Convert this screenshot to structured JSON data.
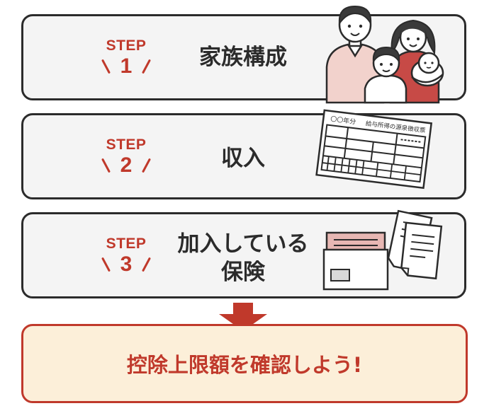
{
  "steps": [
    {
      "step_label": "STEP",
      "number": "1",
      "title": "家族構成"
    },
    {
      "step_label": "STEP",
      "number": "2",
      "title": "収入"
    },
    {
      "step_label": "STEP",
      "number": "3",
      "title_line1": "加入している",
      "title_line2": "保険"
    }
  ],
  "document": {
    "header_left": "〇〇年分",
    "header_right": "給与所得の源泉徴収票"
  },
  "result": {
    "text": "控除上限額を確認しよう!"
  },
  "colors": {
    "accent": "#c0392b",
    "box_fill": "#f4f4f4",
    "box_border": "#2b2b2b",
    "result_fill": "#fcefd9"
  }
}
